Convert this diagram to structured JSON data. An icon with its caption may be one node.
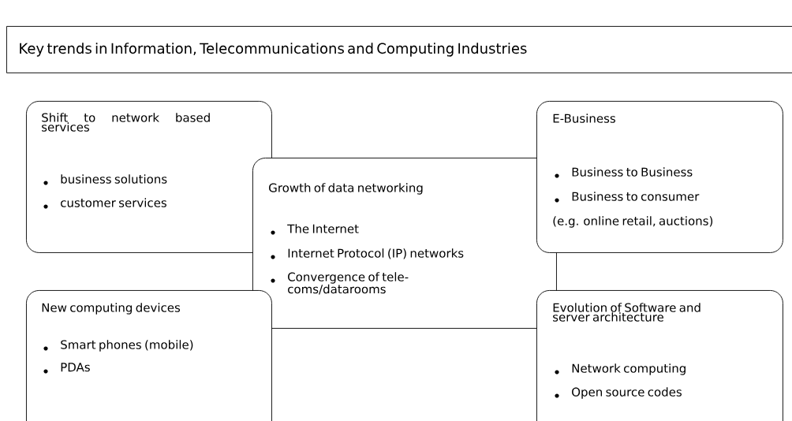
{
  "diagram": {
    "nodes": [
      {
        "text": [
          "Key trends in Information, Telecommunications and Computing Industries"
        ]
      },
      {
        "text": [
          "Shift to network based services",
          "business solutions",
          "customer services"
        ]
      },
      {
        "text": [
          "Growth of data networking",
          "The Internet",
          "Internet Protocol (IP) networks",
          "Convergence of tele-coms/datarooms"
        ]
      },
      {
        "text": [
          "E-Business",
          "Business to Business",
          "Business to consumer",
          "(e.g. online retail, auctions)"
        ]
      },
      {
        "text": [
          "New computing devices",
          "Smart phones (mobile)",
          "PDAs"
        ]
      },
      {
        "text": [
          "Evolution of Software and server architecture",
          "Network computing",
          "Open source codes"
        ]
      }
    ]
  }
}
